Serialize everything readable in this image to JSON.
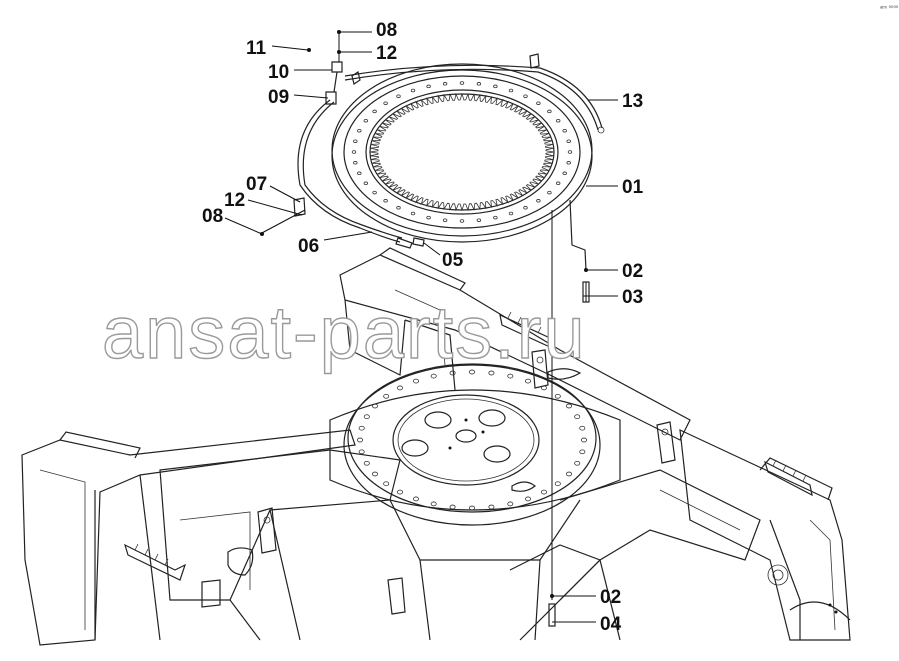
{
  "callouts": [
    {
      "id": "c08a",
      "label": "08"
    },
    {
      "id": "c11",
      "label": "11"
    },
    {
      "id": "c12a",
      "label": "12"
    },
    {
      "id": "c10",
      "label": "10"
    },
    {
      "id": "c09",
      "label": "09"
    },
    {
      "id": "c13",
      "label": "13"
    },
    {
      "id": "c01",
      "label": "01"
    },
    {
      "id": "c07",
      "label": "07"
    },
    {
      "id": "c12b",
      "label": "12"
    },
    {
      "id": "c08b",
      "label": "08"
    },
    {
      "id": "c06",
      "label": "06"
    },
    {
      "id": "c05",
      "label": "05"
    },
    {
      "id": "c02a",
      "label": "02"
    },
    {
      "id": "c03",
      "label": "03"
    },
    {
      "id": "c02b",
      "label": "02"
    },
    {
      "id": "c04",
      "label": "04"
    }
  ],
  "watermark": "ansat-parts.ru",
  "corner_code": "ᵃᵗᵐ ⁰⁰⁰⁰"
}
